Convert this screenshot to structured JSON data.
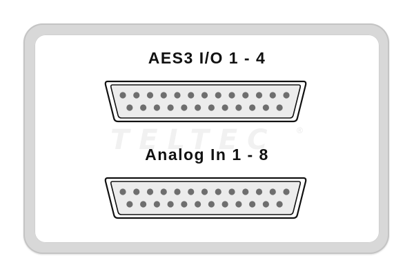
{
  "connectors": [
    {
      "label": "AES3 I/O 1 - 4",
      "top_row_pins": 13,
      "bottom_row_pins": 12
    },
    {
      "label": "Analog In 1 - 8",
      "top_row_pins": 13,
      "bottom_row_pins": 12
    }
  ],
  "watermark": {
    "text": "TELTEC",
    "mark": "®"
  },
  "colors": {
    "panel_frame": "#d8d8d8",
    "panel_face": "#ffffff",
    "pin": "#6e6e6e",
    "connector_fill": "#ececec",
    "outline": "#111111"
  }
}
